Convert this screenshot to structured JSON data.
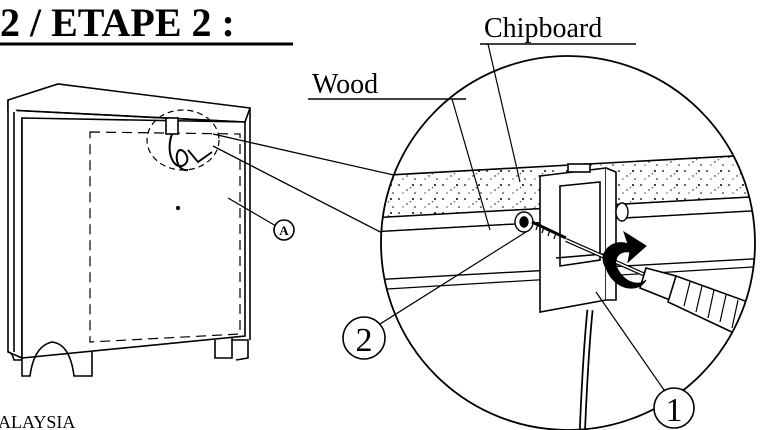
{
  "header": {
    "step_title": "2 / ETAPE 2 :"
  },
  "labels": {
    "wood": "Wood",
    "chipboard": "Chipboard",
    "callout_a": "A",
    "callout_1": "1",
    "callout_2": "2",
    "footer_text": "ALAYSIA"
  },
  "colors": {
    "ink": "#000000",
    "paper": "#ffffff"
  },
  "icons": [
    "cabinet-illustration",
    "wire-bracket-icon",
    "screwdriver-icon",
    "rotation-arrow-icon",
    "screw-icon"
  ]
}
